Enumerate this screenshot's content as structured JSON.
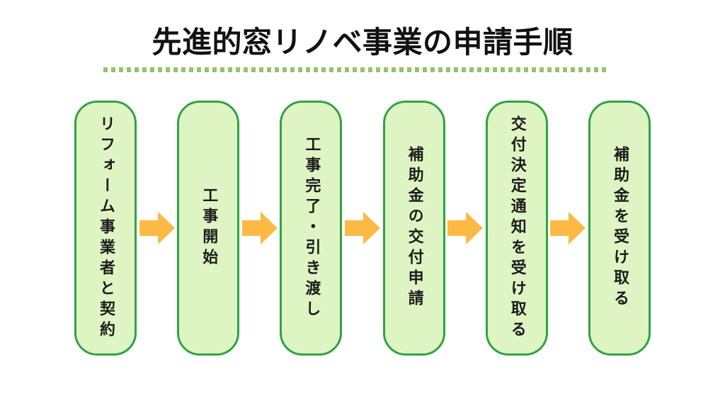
{
  "title": "先進的窓リノベ事業の申請手順",
  "flow": {
    "connector": "arrow-right",
    "steps": [
      {
        "label": "リフォーム事業者と契約"
      },
      {
        "label": "工事開始"
      },
      {
        "label": "工事完了・引き渡し"
      },
      {
        "label": "補助金の交付申請"
      },
      {
        "label": "交付決定通知を受け取る"
      },
      {
        "label": "補助金を受け取る"
      }
    ]
  },
  "colors": {
    "background": "#ffffff",
    "title_text": "#111111",
    "step_text": "#1c1c1c",
    "box_fill": "#def5c3",
    "box_border": "#30a345",
    "arrow": "#fcba45",
    "dotted_line": "#93c46a"
  }
}
